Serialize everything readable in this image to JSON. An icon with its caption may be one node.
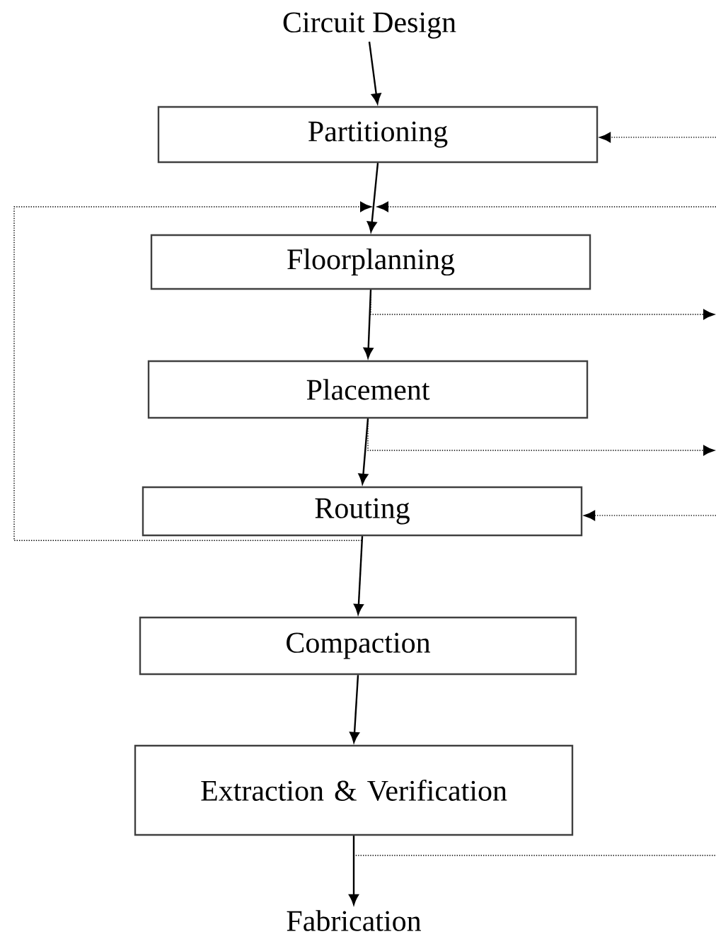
{
  "diagram": {
    "nodes": [
      {
        "text": [
          "Circuit Design"
        ]
      },
      {
        "text": [
          "Partitioning"
        ]
      },
      {
        "text": [
          "Floorplanning"
        ]
      },
      {
        "text": [
          "Placement"
        ]
      },
      {
        "text": [
          "Routing"
        ]
      },
      {
        "text": [
          "Compaction"
        ]
      },
      {
        "text": [
          "Extraction & Verification"
        ]
      },
      {
        "text": [
          "Fabrication"
        ]
      }
    ],
    "edges": [
      {
        "from": 0,
        "to": 1,
        "arrow": "to"
      },
      {
        "from": 1,
        "to": 2,
        "arrow": "to"
      },
      {
        "from": 2,
        "to": 3,
        "arrow": "to"
      },
      {
        "from": 3,
        "to": 4,
        "arrow": "to"
      },
      {
        "from": 4,
        "to": 5,
        "arrow": "to"
      },
      {
        "from": 5,
        "to": 6,
        "arrow": "to"
      },
      {
        "from": 6,
        "to": 7,
        "arrow": "to"
      },
      {
        "from": null,
        "to": 1,
        "arrow": "to",
        "style": "dashed"
      },
      {
        "from": 4,
        "to": 2,
        "arrow": "to",
        "style": "dashed"
      },
      {
        "from": null,
        "to": 2,
        "arrow": "to",
        "style": "dashed"
      },
      {
        "from": 2,
        "to": null,
        "arrow": "to",
        "style": "dashed"
      },
      {
        "from": 3,
        "to": null,
        "arrow": "to",
        "style": "dashed"
      },
      {
        "from": null,
        "to": 4,
        "arrow": "to",
        "style": "dashed"
      },
      {
        "from": 6,
        "to": null,
        "arrow": "none",
        "style": "dashed"
      }
    ]
  }
}
